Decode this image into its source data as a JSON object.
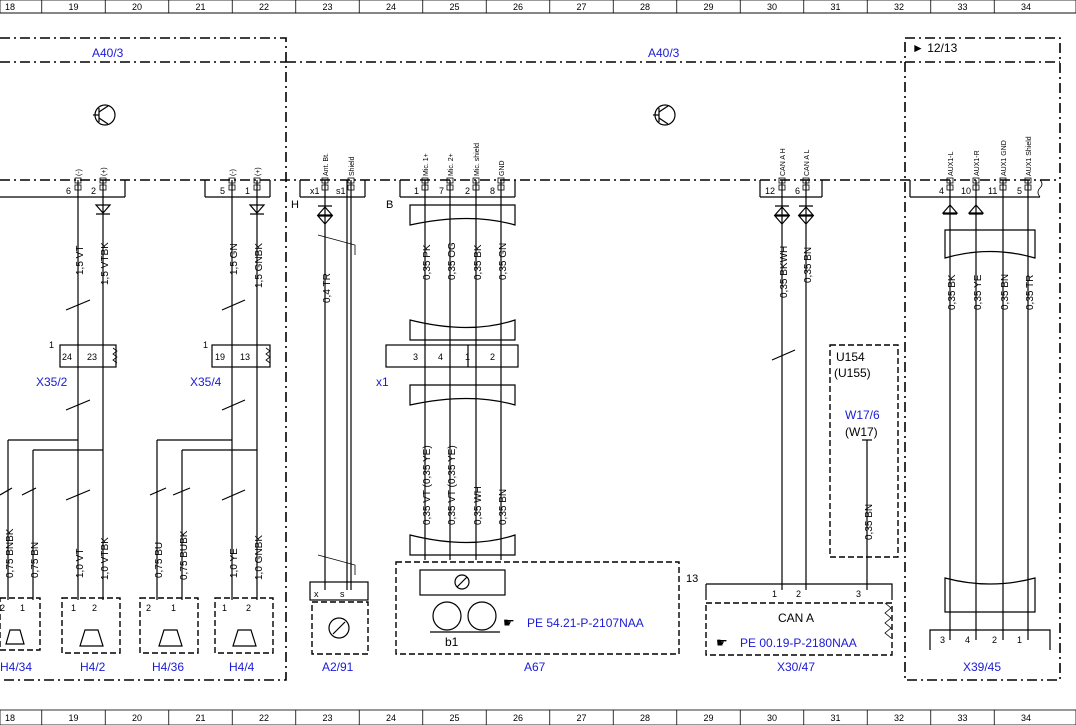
{
  "grid_numbers": [
    "18",
    "19",
    "20",
    "21",
    "22",
    "23",
    "24",
    "25",
    "26",
    "27",
    "28",
    "29",
    "30",
    "31",
    "32",
    "33",
    "34"
  ],
  "components": {
    "a40_3_left": "A40/3",
    "a40_3_center": "A40/3",
    "ref_12_13": "► 12/13",
    "x35_2": "X35/2",
    "x35_4": "X35/4",
    "x1": "x1",
    "h4_34": "H4/34",
    "h4_2": "H4/2",
    "h4_36": "H4/36",
    "h4_4": "H4/4",
    "a2_91": "A2/91",
    "a67": "A67",
    "b1": "b1",
    "x30_47": "X30/47",
    "x39_45": "X39/45",
    "u154": "U154",
    "u155": "(U155)",
    "w17_6": "W17/6",
    "w17": "(W17)",
    "can_a": "CAN A",
    "pe_a67": "PE 54.21-P-2107NAA",
    "pe_x30": "PE 00.19-P-2180NAA",
    "label_h": "H",
    "label_b": "B",
    "label_13": "13"
  },
  "pin_labels": {
    "g1_minus": "(-)",
    "g1_plus": "(+)",
    "g2_minus": "(-)",
    "g2_plus": "(+)",
    "ant_bt": "Ant. Bt.",
    "shield": "Shield",
    "mic1": "Mic. 1+",
    "mic2": "Mic. 2+",
    "mic_shield": "Mic. shield",
    "gnd": "GND",
    "can_h": "CAN A H",
    "can_l": "CAN A L",
    "aux_l": "AUX1-L",
    "aux_r": "AUX1-R",
    "aux_gnd": "AUX1 GND",
    "aux_shield": "AUX1 Shield"
  },
  "pin_numbers": {
    "p6a": "6",
    "p2a": "2",
    "p5b": "5",
    "p1b": "1",
    "x1t": "x1",
    "s1t": "s1",
    "b1n": "1",
    "b7n": "7",
    "b2n": "2",
    "b8n": "8",
    "c12": "12",
    "c6": "6",
    "a4": "4",
    "a10": "10",
    "a11": "11",
    "a5": "5",
    "x35_24": "24",
    "x35_23": "23",
    "x35_19": "19",
    "x35_13": "13",
    "x35_1a": "1",
    "x35_1b": "1",
    "x1_3": "3",
    "x1_4": "4",
    "x1_1": "1",
    "x1_2": "2",
    "h434_2": "2",
    "h434_1": "1",
    "h42_1": "1",
    "h42_2": "2",
    "h436_2": "2",
    "h436_1": "1",
    "h44_1": "1",
    "h44_2": "2",
    "a291_x": "x",
    "a291_s": "s",
    "x3047_1": "1",
    "x3047_2": "2",
    "x3047_3": "3",
    "x3945_3": "3",
    "x3945_4": "4",
    "x3945_2": "2",
    "x3945_1": "1"
  },
  "wire_labels": {
    "w_vt": "1,5 VT",
    "w_vtbk": "1,5 VTBK",
    "w_gn": "1,5 GN",
    "w_gnbk": "1,5 GNBK",
    "w_tr04": "0,4 TR",
    "w_pk": "0,35 PK",
    "w_og": "0,35 OG",
    "w_bk": "0,35 BK",
    "w_gn035": "0,35 GN",
    "w_bkwh": "0,35 BKWH",
    "w_bn_can": "0,35 BN",
    "w_aux_bk": "0,35 BK",
    "w_aux_ye": "0,35 YE",
    "w_aux_bn": "0,35 BN",
    "w_aux_tr": "0,35 TR",
    "w_vt_ye1": "0,35 VT (0,35 YE)",
    "w_vt_ye2": "0,35 VT (0,35 YE)",
    "w_wh": "0,35 WH",
    "w_bn_low": "0,35 BN",
    "w_bn_w17": "0,35 BN",
    "w_bnbk075": "0,75 BNBK",
    "w_bn075": "0,75 BN",
    "w_vt10": "1,0 VT",
    "w_vtbk10": "1,0 VTBK",
    "w_bu075": "0,75 BU",
    "w_bubk075": "0,75 BUBK",
    "w_ye10": "1,0 YE",
    "w_gnbk10": "1,0 GNBK"
  }
}
